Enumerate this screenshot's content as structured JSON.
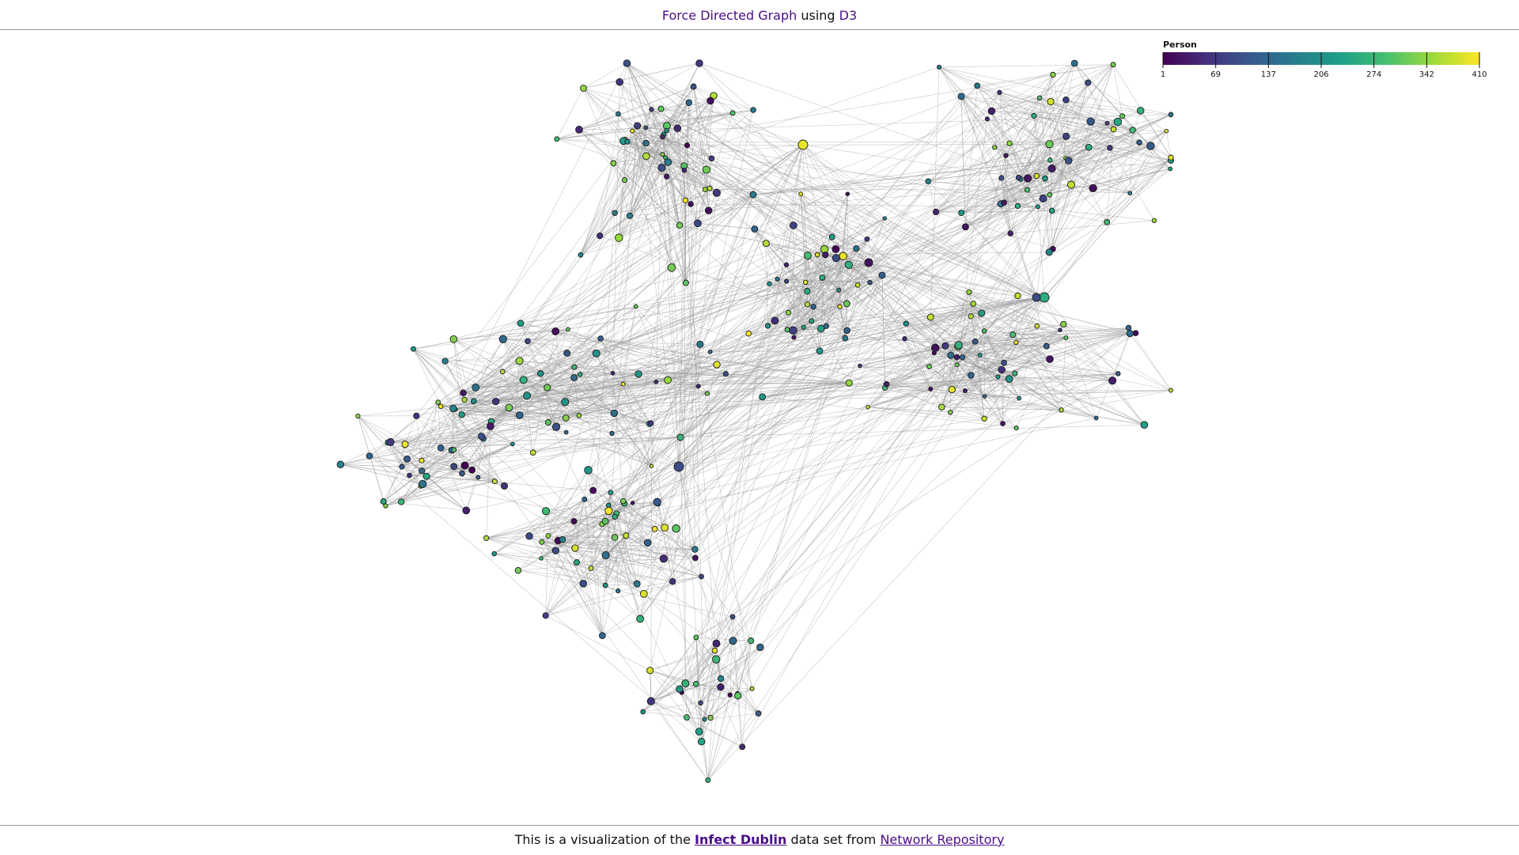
{
  "header": {
    "part1": "Force Directed Graph",
    "part2": " using ",
    "part3": "D3"
  },
  "footer": {
    "prefix": "This is a visualization of the ",
    "dataset_link": "Infect Dublin",
    "middle": " data set from ",
    "repo_link": "Network Repository"
  },
  "legend": {
    "title": "Person",
    "ticks": [
      "1",
      "69",
      "137",
      "206",
      "274",
      "342",
      "410"
    ],
    "colors": [
      "#440154",
      "#46327e",
      "#365c8d",
      "#277f8e",
      "#1fa187",
      "#4ac16d",
      "#a0da39",
      "#fde725"
    ]
  },
  "graph": {
    "edge_color": "#9a9a9a",
    "node_stroke": "#1a1a1a",
    "cluster_count": 8,
    "hub_count": 8
  }
}
